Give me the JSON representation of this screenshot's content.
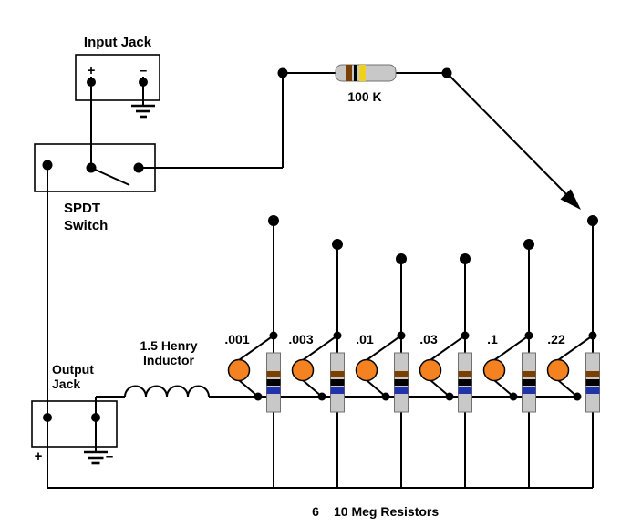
{
  "diagram": {
    "input_jack": {
      "title": "Input Jack",
      "plus": "+",
      "minus": "–"
    },
    "spdt_switch": {
      "label_line1": "SPDT",
      "label_line2": "Switch"
    },
    "series_resistor": {
      "value": "100 K"
    },
    "capacitors": [
      ".001",
      ".003",
      ".01",
      ".03",
      ".1",
      ".22"
    ],
    "inductor": {
      "label_line1": "1.5 Henry",
      "label_line2": "Inductor"
    },
    "output_jack": {
      "label_line1": "Output",
      "label_line2": "Jack",
      "plus": "+",
      "minus": "–"
    },
    "caption": {
      "count": "6",
      "text": "10 Meg Resistors"
    },
    "colors": {
      "capacitor_body": "#f58220",
      "resistor_body": "#c8c8c8",
      "band_brown": "#7b3f00",
      "band_black": "#000000",
      "band_yellow": "#f0d018",
      "band_blue": "#2233aa"
    }
  }
}
